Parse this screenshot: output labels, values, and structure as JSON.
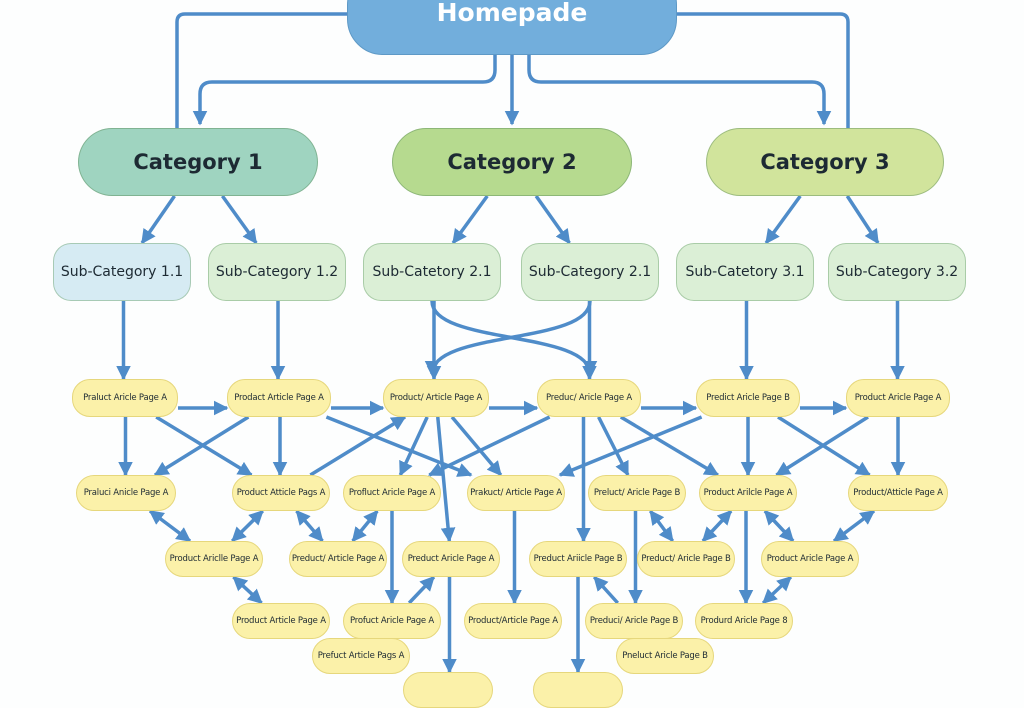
{
  "colors": {
    "edge": "#4f8cc9",
    "homepage": "#72aedc",
    "category_1": "#9fd4c0",
    "category_2": "#b6da8f",
    "category_3": "#d1e49c",
    "sub_blue": "#d6ebf3",
    "sub_green": "#dbefd6",
    "page": "#fbf1a9"
  },
  "homepage": {
    "id": "home",
    "label": "Homepade"
  },
  "categories": [
    {
      "id": "c1",
      "label": "Category 1"
    },
    {
      "id": "c2",
      "label": "Category 2"
    },
    {
      "id": "c3",
      "label": "Category 3"
    }
  ],
  "subcategories": [
    {
      "id": "s1",
      "label": "Sub-Category 1.1"
    },
    {
      "id": "s2",
      "label": "Sub-Category 1.2"
    },
    {
      "id": "s3",
      "label": "Sub-Catetory 2.1"
    },
    {
      "id": "s4",
      "label": "Sub-Category 2.1"
    },
    {
      "id": "s5",
      "label": "Sub-Catetory 3.1"
    },
    {
      "id": "s6",
      "label": "Sub-Category 3.2"
    }
  ],
  "pages": [
    {
      "id": "r1a",
      "label": "Praluct Aricle Page A"
    },
    {
      "id": "r1b",
      "label": "Prodact Article Page A"
    },
    {
      "id": "r1c",
      "label": "Product/ Article Page A"
    },
    {
      "id": "r1d",
      "label": "Preduc/ Aricle Page A"
    },
    {
      "id": "r1e",
      "label": "Predict Aricle Page B"
    },
    {
      "id": "r1f",
      "label": "Product Aricle Page A"
    },
    {
      "id": "r2a",
      "label": "Praluci Anicle Page A"
    },
    {
      "id": "r2b",
      "label": "Product Atticle Pags A"
    },
    {
      "id": "r2c",
      "label": "Profluct Aricle Page A"
    },
    {
      "id": "r2d",
      "label": "Prakuct/ Article Page A"
    },
    {
      "id": "r2e",
      "label": "Preluct/ Aricle Page B"
    },
    {
      "id": "r2f",
      "label": "Product Arilcle Page A"
    },
    {
      "id": "r2g",
      "label": "Product/Atticle Page A"
    },
    {
      "id": "r3a",
      "label": "Product Ariclle Page A"
    },
    {
      "id": "r3b",
      "label": "Preduct/ Article Page A"
    },
    {
      "id": "r3c",
      "label": "Preduct Aricle Page A"
    },
    {
      "id": "r3d",
      "label": "Preduct Ariicle Page B"
    },
    {
      "id": "r3e",
      "label": "Preduct/ Aricle Page B"
    },
    {
      "id": "r3f",
      "label": "Product Aricle Page A"
    },
    {
      "id": "r4a",
      "label": "Product Article Page A"
    },
    {
      "id": "r4b",
      "label": "Profuct Aricle Page A"
    },
    {
      "id": "r4c",
      "label": "Product/Article Page A"
    },
    {
      "id": "r4d",
      "label": "Preduci/ Aricle Page B"
    },
    {
      "id": "r4e",
      "label": "Produrd Aricle Page 8"
    },
    {
      "id": "r5a",
      "label": "Prefuct Article Pags A"
    },
    {
      "id": "r5b",
      "label": "Pneluct Aricle Page B"
    },
    {
      "id": "r6a",
      "label": ""
    },
    {
      "id": "r6b",
      "label": ""
    }
  ],
  "edges": [
    [
      "c1",
      "s1"
    ],
    [
      "c1",
      "s2"
    ],
    [
      "c2",
      "s3"
    ],
    [
      "c2",
      "s4"
    ],
    [
      "c3",
      "s5"
    ],
    [
      "c3",
      "s6"
    ],
    [
      "s1",
      "r1a"
    ],
    [
      "s2",
      "r1b"
    ],
    [
      "s3",
      "r1c"
    ],
    [
      "s4",
      "r1d"
    ],
    [
      "s5",
      "r1e"
    ],
    [
      "s6",
      "r1f"
    ],
    [
      "r1a",
      "r1b"
    ],
    [
      "r1b",
      "r1c"
    ],
    [
      "r1c",
      "r1d"
    ],
    [
      "r1d",
      "r1e"
    ],
    [
      "r1e",
      "r1f"
    ],
    [
      "r1a",
      "r2a"
    ],
    [
      "r1a",
      "r2b"
    ],
    [
      "r1b",
      "r2a"
    ],
    [
      "r1b",
      "r2b"
    ],
    [
      "r2b",
      "r1c"
    ],
    [
      "r1c",
      "r2c"
    ],
    [
      "r1c",
      "r3c"
    ],
    [
      "r1c",
      "r2d"
    ],
    [
      "r1b",
      "r2d"
    ],
    [
      "r1d",
      "r2c"
    ],
    [
      "r1d",
      "r3d"
    ],
    [
      "r1d",
      "r2e"
    ],
    [
      "r1d",
      "r2f"
    ],
    [
      "r1e",
      "r2d"
    ],
    [
      "r1e",
      "r2f"
    ],
    [
      "r1e",
      "r2g"
    ],
    [
      "r1f",
      "r2f"
    ],
    [
      "r1f",
      "r2g"
    ],
    [
      "r2c",
      "r4b"
    ],
    [
      "r3c",
      "r6a"
    ],
    [
      "r2d",
      "r4c"
    ],
    [
      "r2e",
      "r4d"
    ],
    [
      "r4d",
      "r3d"
    ],
    [
      "r3d",
      "r6b"
    ],
    [
      "r2f",
      "r4e"
    ],
    [
      "r4b",
      "r3c"
    ]
  ],
  "bidirectional_edges": [
    [
      "r2a",
      "r3a"
    ],
    [
      "r2b",
      "r3a"
    ],
    [
      "r2b",
      "r3b"
    ],
    [
      "r2c",
      "r3b"
    ],
    [
      "r2e",
      "r3e"
    ],
    [
      "r2f",
      "r3e"
    ],
    [
      "r2f",
      "r3f"
    ],
    [
      "r2g",
      "r3f"
    ],
    [
      "r3a",
      "r4a"
    ],
    [
      "r4e",
      "r3f"
    ]
  ]
}
